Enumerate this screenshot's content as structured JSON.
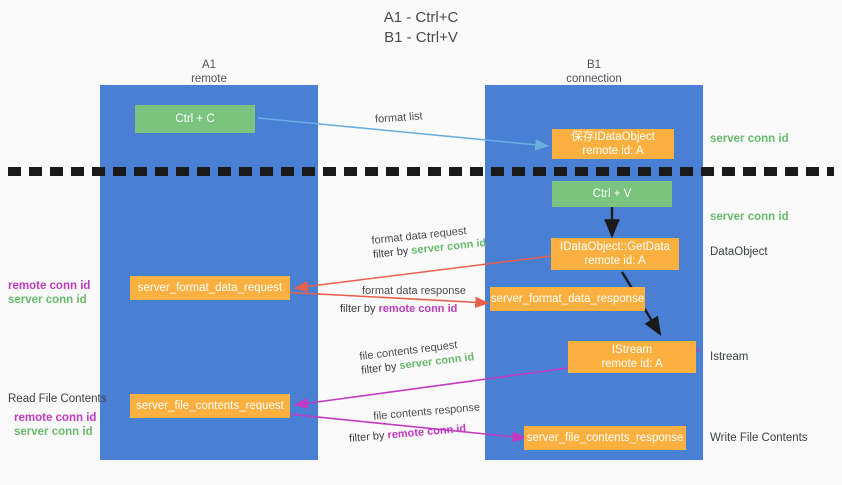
{
  "title": {
    "line1": "A1 - Ctrl+C",
    "line2": "B1 - Ctrl+V"
  },
  "lanes": [
    {
      "name": "A1",
      "subtitle": "remote"
    },
    {
      "name": "B1",
      "subtitle": "connection"
    }
  ],
  "nodes": {
    "ctrl_c": {
      "line1": "Ctrl + C",
      "color": "#7bc47f"
    },
    "ctrl_v": {
      "line1": "Ctrl + V",
      "color": "#7bc47f"
    },
    "set_dataobject": {
      "line1": "保存IDataObject",
      "line2": "remote id: A",
      "color": "#fbb03f"
    },
    "getdata": {
      "line1": "IDataObject::GetData",
      "line2": "remote id: A",
      "color": "#fbb03f"
    },
    "istream": {
      "line1": "IStream",
      "line2": "remote id: A",
      "color": "#fbb03f"
    },
    "format_data_request": {
      "line1": "server_format_data_request",
      "color": "#fbb03f"
    },
    "format_data_response": {
      "line1": "server_format_data_response",
      "color": "#fbb03f"
    },
    "file_contents_request": {
      "line1": "server_file_contents_request",
      "color": "#fbb03f"
    },
    "file_contents_response": {
      "line1": "server_file_contents_response",
      "color": "#fbb03f"
    }
  },
  "edges": {
    "format_list": {
      "label": "format list"
    },
    "format_data_request": {
      "label": "format data request",
      "filter_prefix": "filter by ",
      "filter_value": "server conn id"
    },
    "format_data_response": {
      "label": "format data response",
      "filter_prefix": "filter by ",
      "filter_value": "remote conn id"
    },
    "file_contents_request": {
      "label": "file contents request",
      "filter_prefix": "filter by ",
      "filter_value": "server conn id"
    },
    "file_contents_response": {
      "label": "file contents response",
      "filter_prefix": "filter by ",
      "filter_value": "remote conn id"
    }
  },
  "annotations": {
    "left_conn_ids": {
      "remote": "remote conn id",
      "server": "server conn id"
    },
    "read_file_contents": "Read File Contents",
    "left_conn_ids_2": {
      "remote": "remote conn id",
      "server": "server conn id"
    },
    "right_server_conn_1": "server conn id",
    "right_server_conn_2": "server conn id",
    "right_dataobject": "DataObject",
    "right_istream": "Istream",
    "right_write_file_contents": "Write File Contents"
  },
  "colors": {
    "lane": "#4a80d4",
    "green_node": "#7bc47f",
    "orange_node": "#fbb03f",
    "green_text": "#67bb6a",
    "magenta_text": "#c23ac2",
    "arrow_blue": "#6aaee0",
    "arrow_red": "#e8604c",
    "arrow_magenta": "#c23ac2",
    "arrow_black": "#1a1a1a",
    "background": "#fafafa"
  }
}
